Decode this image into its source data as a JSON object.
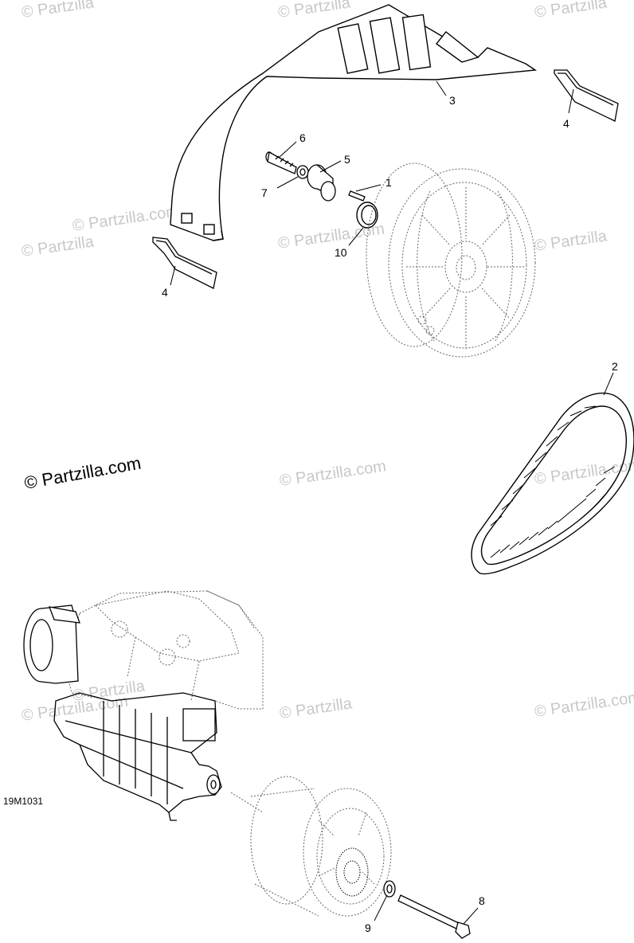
{
  "diagram": {
    "id_label": "19M1031",
    "watermark_main": "© Partzilla.com",
    "watermarks": [
      "© Partzilla",
      "© Partzilla",
      "© Partzilla",
      "© Partzilla.com",
      "© Partzilla",
      "© Partzilla.com",
      "© Partzilla",
      "© Partzilla.com",
      "© Partzilla.com",
      "© Partzilla",
      "© Partzilla.com",
      "© Partzilla.com",
      "© Partzilla"
    ],
    "callouts": [
      {
        "id": "1",
        "label": "1"
      },
      {
        "id": "2",
        "label": "2"
      },
      {
        "id": "3",
        "label": "3"
      },
      {
        "id": "4a",
        "label": "4"
      },
      {
        "id": "4b",
        "label": "4"
      },
      {
        "id": "5",
        "label": "5"
      },
      {
        "id": "6",
        "label": "6"
      },
      {
        "id": "7",
        "label": "7"
      },
      {
        "id": "8",
        "label": "8"
      },
      {
        "id": "9",
        "label": "9"
      },
      {
        "id": "10",
        "label": "10"
      }
    ]
  }
}
